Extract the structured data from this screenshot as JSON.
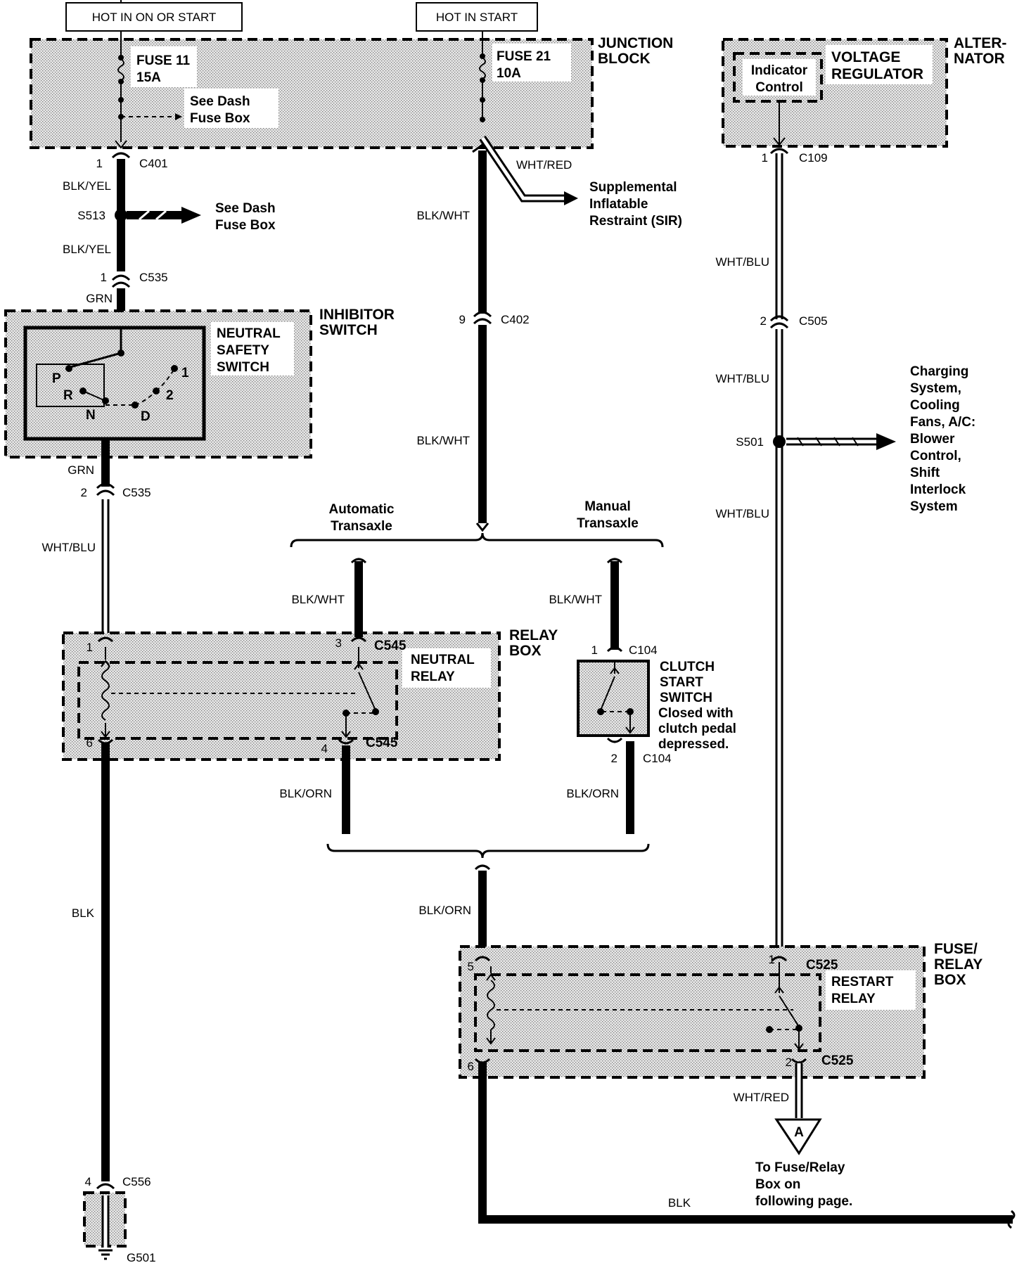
{
  "power": {
    "hot_on_or_start": "HOT IN ON OR START",
    "hot_in_start": "HOT IN START"
  },
  "junction_block": {
    "title_line1": "JUNCTION",
    "title_line2": "BLOCK",
    "fuse11_name": "FUSE 11",
    "fuse11_rating": "15A",
    "fuse21_name": "FUSE 21",
    "fuse21_rating": "10A",
    "see_dash_line1": "See Dash",
    "see_dash_line2": "Fuse Box"
  },
  "alternator": {
    "title_line1": "ALTER-",
    "title_line2": "NATOR",
    "vr_line1": "VOLTAGE",
    "vr_line2": "REGULATOR",
    "ic_line1": "Indicator",
    "ic_line2": "Control"
  },
  "connectors": {
    "c401": "C401",
    "c401_pin": "1",
    "c535": "C535",
    "c535_pin_a": "1",
    "c535_pin_b": "2",
    "c402": "C402",
    "c402_pin": "9",
    "c109": "C109",
    "c109_pin": "1",
    "c505": "C505",
    "c505_pin": "2",
    "c545": "C545",
    "c545_pin_a": "3",
    "c545_pin_b": "4",
    "c104": "C104",
    "c104_pin_a": "1",
    "c104_pin_b": "2",
    "c525": "C525",
    "c525_pin_1": "1",
    "c525_pin_2": "2",
    "c525_pin_5": "5",
    "c525_pin_6": "6",
    "c556": "C556",
    "c556_pin": "4",
    "relay_pin_1": "1",
    "relay_pin_6": "6"
  },
  "splices": {
    "s513": "S513",
    "s501": "S501"
  },
  "wires": {
    "blk_yel": "BLK/YEL",
    "grn": "GRN",
    "wht_blu": "WHT/BLU",
    "blk_wht": "BLK/WHT",
    "wht_red": "WHT/RED",
    "blk_orn": "BLK/ORN",
    "blk": "BLK"
  },
  "sir": {
    "line1": "Supplemental",
    "line2": "Inflatable",
    "line3": "Restraint (SIR)"
  },
  "inhibitor": {
    "title_line1": "INHIBITOR",
    "title_line2": "SWITCH",
    "nss_line1": "NEUTRAL",
    "nss_line2": "SAFETY",
    "nss_line3": "SWITCH",
    "pos_p": "P",
    "pos_r": "R",
    "pos_n": "N",
    "pos_d": "D",
    "pos_2": "2",
    "pos_1": "1"
  },
  "charging": {
    "line1": "Charging",
    "line2": "System,",
    "line3": "Cooling",
    "line4": "Fans, A/C:",
    "line5": "Blower",
    "line6": "Control,",
    "line7": "Shift",
    "line8": "Interlock",
    "line9": "System"
  },
  "transaxle": {
    "auto_line1": "Automatic",
    "auto_line2": "Transaxle",
    "man_line1": "Manual",
    "man_line2": "Transaxle"
  },
  "relay_box": {
    "title_line1": "RELAY",
    "title_line2": "BOX",
    "nr_line1": "NEUTRAL",
    "nr_line2": "RELAY"
  },
  "clutch": {
    "line1": "CLUTCH",
    "line2": "START",
    "line3": "SWITCH",
    "note1": "Closed with",
    "note2": "clutch pedal",
    "note3": "depressed."
  },
  "fuse_relay_box": {
    "title_line1": "FUSE/",
    "title_line2": "RELAY",
    "title_line3": "BOX",
    "rr_line1": "RESTART",
    "rr_line2": "RELAY"
  },
  "ground": {
    "g501": "G501"
  },
  "offpage": {
    "letter": "A",
    "line1": "To Fuse/Relay",
    "line2": "Box on",
    "line3": "following page."
  }
}
